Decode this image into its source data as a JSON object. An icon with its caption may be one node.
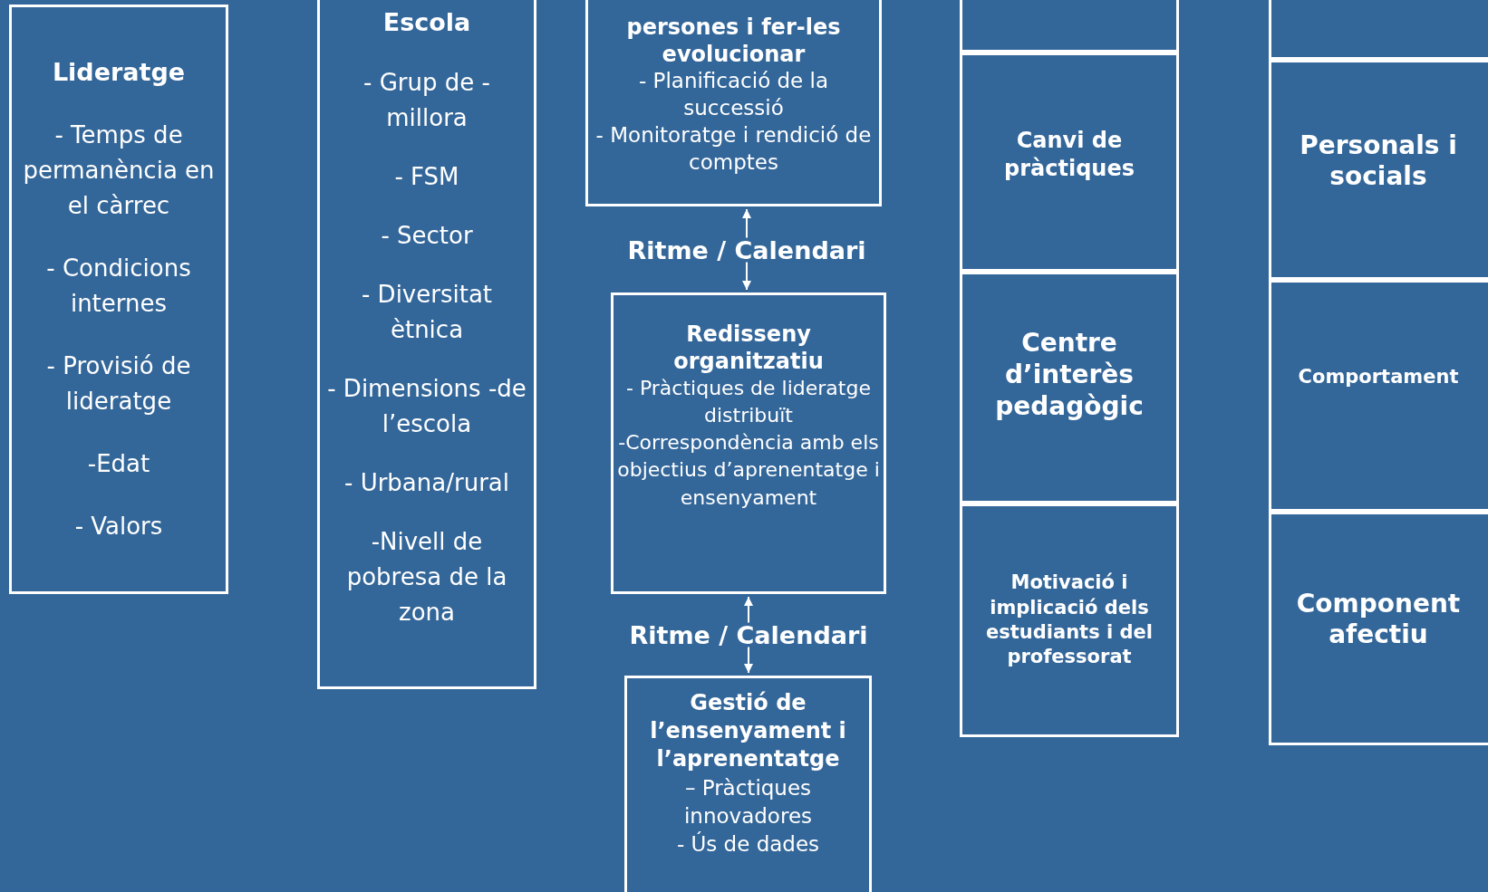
{
  "diagram": {
    "nodes": [
      {
        "text": [
          "Lideratge",
          "- Temps de permanència en el càrrec",
          "- Condicions internes",
          "- Provisió de lideratge",
          "-Edat",
          "- Valors"
        ]
      },
      {
        "text": [
          "Escola",
          "- Grup de -millora",
          "- FSM",
          "- Sector",
          "- Diversitat ètnica",
          "- Dimensions -de l’escola",
          "- Urbana/rural",
          "-Nivell de pobresa de la zona"
        ]
      },
      {
        "text": [
          "persones i fer-les evolucionar",
          "- Planificació de la successió",
          "- Monitoratge i rendició de comptes"
        ]
      },
      {
        "text": [
          "Redisseny organitzatiu",
          "- Pràctiques de lideratge distribuït",
          "-Correspondència amb els objectius d’aprenentatge i ensenyament"
        ]
      },
      {
        "text": [
          "Gestió de l’ensenyament i l’aprenentatge",
          "– Pràctiques innovadores",
          "- Ús de dades"
        ]
      },
      {
        "text": [],
        "shape": "box"
      },
      {
        "text": [
          "Canvi de pràctiques"
        ]
      },
      {
        "text": [
          "Centre d’interès pedagògic"
        ]
      },
      {
        "text": [
          "Motivació i implicació dels estudiants i del professorat"
        ]
      },
      {
        "text": [],
        "shape": "box"
      },
      {
        "text": [
          "Personals i socials"
        ]
      },
      {
        "text": [
          "Comportament"
        ]
      },
      {
        "text": [
          "Component afectiu"
        ]
      }
    ],
    "edges": [
      {
        "from": 2,
        "to": 3,
        "arrow": "both",
        "label": "Ritme / Calendari"
      },
      {
        "from": 3,
        "to": 4,
        "arrow": "both",
        "label": "Ritme / Calendari"
      }
    ]
  }
}
